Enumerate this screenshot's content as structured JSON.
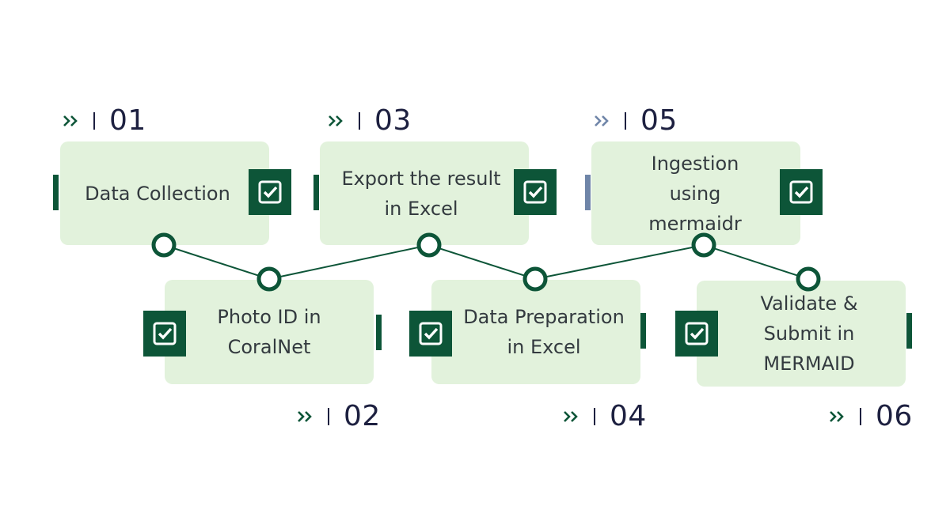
{
  "colors": {
    "card_bg": "#e2f2dc",
    "accent_green": "#0d5538",
    "accent_blue": "#6f85a8",
    "number_text": "#1d2040",
    "label_text": "#333a3f"
  },
  "steps": [
    {
      "number": "01",
      "label": "Data Collection",
      "icon": "checkbox-checked-icon"
    },
    {
      "number": "02",
      "label": "Photo ID in CoralNet",
      "icon": "checkbox-checked-icon"
    },
    {
      "number": "03",
      "label": "Export the result in Excel",
      "icon": "checkbox-checked-icon"
    },
    {
      "number": "04",
      "label": "Data Preparation in Excel",
      "icon": "checkbox-checked-icon"
    },
    {
      "number": "05",
      "label": "Ingestion using mermaidr",
      "icon": "checkbox-checked-icon"
    },
    {
      "number": "06",
      "label": "Validate & Submit in MERMAID",
      "icon": "checkbox-checked-icon"
    }
  ]
}
